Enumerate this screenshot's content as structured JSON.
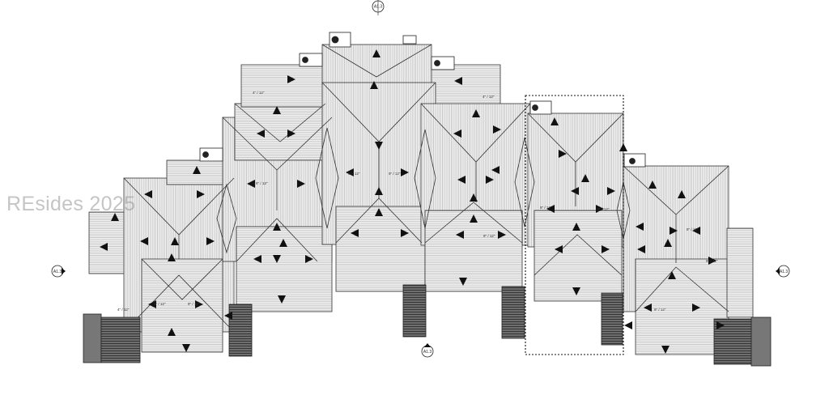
{
  "watermark": "REsides 2025",
  "section_tags": {
    "top": "A1.3",
    "bottom": "A1.3",
    "left": "A1.3",
    "right": "A1.3"
  },
  "pitch_labels": {
    "p1": "4\" / 12\"",
    "p2": "9\" / 12\"",
    "p3": "9\" / 12\"",
    "p4": "4\" / 12\"",
    "p5": "9\" / 12\"",
    "p6": "9\" / 12\"",
    "p7": "9\" / 12\"",
    "p8": "9\" / 12\"",
    "p9": "4\" / 12\"",
    "p10": "9\" / 12\"",
    "p11": "9\" / 12\"",
    "p12": "9\" / 12\"",
    "p13": "9\" / 12\"",
    "p14": "9\" / 12\""
  },
  "colors": {
    "line": "#333333",
    "hatch": "#9a9a9a",
    "roof_fill": "#f4f4f4",
    "stair": "#555555",
    "arrow": "#111111"
  }
}
